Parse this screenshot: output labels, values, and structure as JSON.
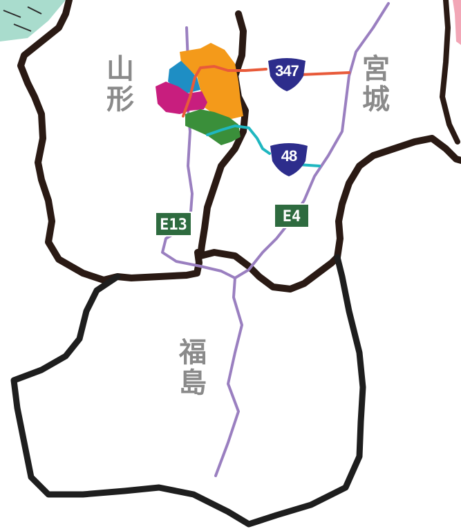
{
  "prefectures": {
    "yamagata": {
      "line1": "山",
      "line2": "形"
    },
    "miyagi": {
      "line1": "宮",
      "line2": "城"
    },
    "fukushima": {
      "line1": "福",
      "line2": "島"
    }
  },
  "expressways": {
    "e13": "E13",
    "e4": "E4"
  },
  "national_routes": {
    "r347": "347",
    "r48": "48"
  },
  "colors": {
    "border": "#2a1a14",
    "fukushima_border": "#1e1e1e",
    "expressway_line": "#9a7fc0",
    "route_347": "#e85a3a",
    "route_48": "#1fb7c0",
    "shield": "#2d2d8c",
    "expressway_sign": "#2e6b3f",
    "region_orange": "#f49a1a",
    "region_magenta": "#c81e7e",
    "region_blue": "#1e8ec4",
    "region_green": "#3a8f3a",
    "sea_teal": "#a9dccd",
    "sea_pink": "#f2a6b6"
  }
}
